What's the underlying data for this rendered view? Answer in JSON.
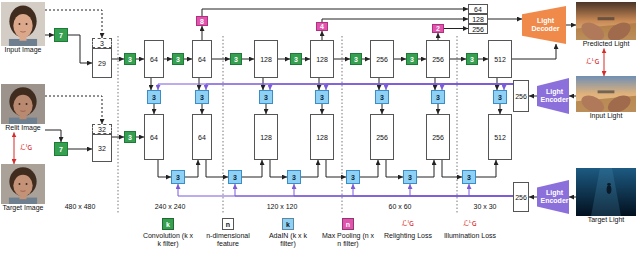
{
  "diagram": {
    "nodes": [
      {
        "text": [
          "Input Image"
        ]
      },
      {
        "text": [
          "Relit Image"
        ]
      },
      {
        "text": [
          "Target Image"
        ]
      },
      {
        "text": [
          "7"
        ]
      },
      {
        "text": [
          "7"
        ]
      },
      {
        "text": [
          "3"
        ]
      },
      {
        "text": [
          "29"
        ]
      },
      {
        "text": [
          "32"
        ]
      },
      {
        "text": [
          "32"
        ]
      },
      {
        "text": [
          "3"
        ]
      },
      {
        "text": [
          "64"
        ]
      },
      {
        "text": [
          "3"
        ]
      },
      {
        "text": [
          "64"
        ]
      },
      {
        "text": [
          "8"
        ]
      },
      {
        "text": [
          "3"
        ]
      },
      {
        "text": [
          "128"
        ]
      },
      {
        "text": [
          "3"
        ]
      },
      {
        "text": [
          "128"
        ]
      },
      {
        "text": [
          "4"
        ]
      },
      {
        "text": [
          "3"
        ]
      },
      {
        "text": [
          "256"
        ]
      },
      {
        "text": [
          "3"
        ]
      },
      {
        "text": [
          "256"
        ]
      },
      {
        "text": [
          "2"
        ]
      },
      {
        "text": [
          "3"
        ]
      },
      {
        "text": [
          "512"
        ]
      },
      {
        "text": [
          "64"
        ]
      },
      {
        "text": [
          "128"
        ]
      },
      {
        "text": [
          "256"
        ]
      },
      {
        "text": [
          "Light Decoder"
        ]
      },
      {
        "text": [
          "Predicted Light"
        ]
      },
      {
        "text": [
          "3"
        ]
      },
      {
        "text": [
          "3"
        ]
      },
      {
        "text": [
          "3"
        ]
      },
      {
        "text": [
          "3"
        ]
      },
      {
        "text": [
          "3"
        ]
      },
      {
        "text": [
          "3"
        ]
      },
      {
        "text": [
          "3"
        ]
      },
      {
        "text": [
          "3"
        ]
      },
      {
        "text": [
          "64"
        ]
      },
      {
        "text": [
          "3"
        ]
      },
      {
        "text": [
          "64"
        ]
      },
      {
        "text": [
          "3"
        ]
      },
      {
        "text": [
          "128"
        ]
      },
      {
        "text": [
          "3"
        ]
      },
      {
        "text": [
          "128"
        ]
      },
      {
        "text": [
          "3"
        ]
      },
      {
        "text": [
          "256"
        ]
      },
      {
        "text": [
          "3"
        ]
      },
      {
        "text": [
          "256"
        ]
      },
      {
        "text": [
          "3"
        ]
      },
      {
        "text": [
          "512"
        ]
      },
      {
        "text": [
          "256"
        ]
      },
      {
        "text": [
          "Light Encoder"
        ]
      },
      {
        "text": [
          "Input Light"
        ]
      },
      {
        "text": [
          "256"
        ]
      },
      {
        "text": [
          "Light Encoder"
        ]
      },
      {
        "text": [
          "Target Light"
        ]
      }
    ],
    "edges": [
      {
        "from": 0,
        "to": 3,
        "arrow": "to"
      },
      {
        "from": 0,
        "to": 5,
        "arrow": "to"
      },
      {
        "from": 3,
        "to": 6,
        "arrow": "to"
      },
      {
        "from": 1,
        "to": 4,
        "arrow": "to"
      },
      {
        "from": 1,
        "to": 7,
        "arrow": "to"
      },
      {
        "from": 4,
        "to": 8,
        "arrow": "to"
      },
      {
        "from": 1,
        "to": 2,
        "label": "ℒᴵɢ",
        "arrow": "both"
      },
      {
        "from": 6,
        "to": 9,
        "arrow": "to"
      },
      {
        "from": 9,
        "to": 10,
        "arrow": "to"
      },
      {
        "from": 10,
        "to": 11,
        "arrow": "to"
      },
      {
        "from": 11,
        "to": 12,
        "arrow": "to"
      },
      {
        "from": 12,
        "to": 14,
        "arrow": "to"
      },
      {
        "from": 14,
        "to": 15,
        "arrow": "to"
      },
      {
        "from": 15,
        "to": 16,
        "arrow": "to"
      },
      {
        "from": 16,
        "to": 17,
        "arrow": "to"
      },
      {
        "from": 17,
        "to": 19,
        "arrow": "to"
      },
      {
        "from": 19,
        "to": 20,
        "arrow": "to"
      },
      {
        "from": 20,
        "to": 21,
        "arrow": "to"
      },
      {
        "from": 21,
        "to": 22,
        "arrow": "to"
      },
      {
        "from": 22,
        "to": 24,
        "arrow": "to"
      },
      {
        "from": 24,
        "to": 25,
        "arrow": "to"
      },
      {
        "from": 12,
        "to": 13,
        "arrow": "to"
      },
      {
        "from": 13,
        "to": 26,
        "arrow": "to"
      },
      {
        "from": 17,
        "to": 18,
        "arrow": "to"
      },
      {
        "from": 18,
        "to": 27,
        "arrow": "to"
      },
      {
        "from": 22,
        "to": 23,
        "arrow": "to"
      },
      {
        "from": 23,
        "to": 28,
        "arrow": "to"
      },
      {
        "from": 27,
        "to": 29,
        "arrow": "to"
      },
      {
        "from": 25,
        "to": 29,
        "arrow": "to"
      },
      {
        "from": 29,
        "to": 30,
        "arrow": "to"
      },
      {
        "from": 30,
        "to": 54,
        "label": "ℒᴸɢ",
        "arrow": "both"
      },
      {
        "from": 10,
        "to": 31,
        "arrow": "to"
      },
      {
        "from": 12,
        "to": 32,
        "arrow": "to"
      },
      {
        "from": 15,
        "to": 33,
        "arrow": "to"
      },
      {
        "from": 17,
        "to": 34,
        "arrow": "to"
      },
      {
        "from": 20,
        "to": 35,
        "arrow": "to"
      },
      {
        "from": 22,
        "to": 36,
        "arrow": "to"
      },
      {
        "from": 25,
        "to": 37,
        "arrow": "to"
      },
      {
        "from": 31,
        "to": 39,
        "arrow": "to"
      },
      {
        "from": 32,
        "to": 41,
        "arrow": "to"
      },
      {
        "from": 33,
        "to": 43,
        "arrow": "to"
      },
      {
        "from": 34,
        "to": 45,
        "arrow": "to"
      },
      {
        "from": 35,
        "to": 47,
        "arrow": "to"
      },
      {
        "from": 36,
        "to": 49,
        "arrow": "to"
      },
      {
        "from": 37,
        "to": 51,
        "arrow": "to"
      },
      {
        "from": 52,
        "to": 31,
        "arrow": "to"
      },
      {
        "from": 52,
        "to": 32,
        "arrow": "to"
      },
      {
        "from": 52,
        "to": 33,
        "arrow": "to"
      },
      {
        "from": 52,
        "to": 34,
        "arrow": "to"
      },
      {
        "from": 52,
        "to": 35,
        "arrow": "to"
      },
      {
        "from": 52,
        "to": 36,
        "arrow": "to"
      },
      {
        "from": 52,
        "to": 37,
        "arrow": "to"
      },
      {
        "from": 8,
        "to": 38,
        "arrow": "to"
      },
      {
        "from": 38,
        "to": 39,
        "arrow": "to"
      },
      {
        "from": 39,
        "to": 40,
        "arrow": "to"
      },
      {
        "from": 40,
        "to": 41,
        "arrow": "to"
      },
      {
        "from": 41,
        "to": 42,
        "arrow": "to"
      },
      {
        "from": 42,
        "to": 43,
        "arrow": "to"
      },
      {
        "from": 43,
        "to": 44,
        "arrow": "to"
      },
      {
        "from": 44,
        "to": 45,
        "arrow": "to"
      },
      {
        "from": 45,
        "to": 46,
        "arrow": "to"
      },
      {
        "from": 46,
        "to": 47,
        "arrow": "to"
      },
      {
        "from": 47,
        "to": 48,
        "arrow": "to"
      },
      {
        "from": 48,
        "to": 49,
        "arrow": "to"
      },
      {
        "from": 49,
        "to": 50,
        "arrow": "to"
      },
      {
        "from": 50,
        "to": 51,
        "arrow": "to"
      },
      {
        "from": 55,
        "to": 40,
        "arrow": "to"
      },
      {
        "from": 55,
        "to": 42,
        "arrow": "to"
      },
      {
        "from": 55,
        "to": 44,
        "arrow": "to"
      },
      {
        "from": 55,
        "to": 46,
        "arrow": "to"
      },
      {
        "from": 55,
        "to": 48,
        "arrow": "to"
      },
      {
        "from": 55,
        "to": 50,
        "arrow": "to"
      },
      {
        "from": 54,
        "to": 53,
        "arrow": "to"
      },
      {
        "from": 53,
        "to": 52,
        "arrow": "to"
      },
      {
        "from": 57,
        "to": 56,
        "arrow": "to"
      },
      {
        "from": 56,
        "to": 55,
        "arrow": "to"
      }
    ],
    "labels": [
      "480 x 480",
      "240 x 240",
      "120 x 120",
      "60 x 60",
      "30 x 30",
      "k",
      "n",
      "k",
      "n",
      "ℒᴵɢ",
      "ℒᴸɢ"
    ],
    "legend": [
      {
        "text": "Convolution (k x k filter)",
        "color": "#35a04f"
      },
      {
        "text": "n-dimensional feature",
        "color": "#ffffff"
      },
      {
        "text": "AdaIN (k x k filter)",
        "color": "#8fd1f4"
      },
      {
        "text": "Max Pooling (n x n filter)",
        "color": "#e054ad"
      },
      {
        "text": "Relighting Loss"
      },
      {
        "text": "Illumination Loss"
      }
    ]
  }
}
